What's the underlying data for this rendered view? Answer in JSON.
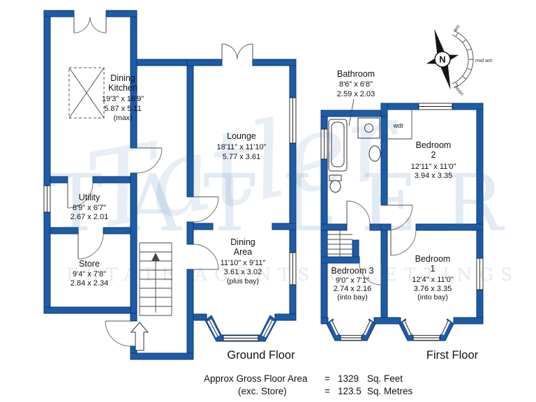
{
  "ground_floor": {
    "label": "Ground Floor",
    "rooms": {
      "dining_kitchen": {
        "line1": "Dining",
        "line2": "Kitchen",
        "imperial": "19'3\" x 16'9\"",
        "metric": "5.87 x 5.11",
        "note": "(max)"
      },
      "lounge": {
        "line1": "Lounge",
        "imperial": "18'11\" x 11'10\"",
        "metric": "5.77 x 3.61"
      },
      "utility": {
        "line1": "Utility",
        "imperial": "8'9\" x 6'7\"",
        "metric": "2.67 x 2.01"
      },
      "store": {
        "line1": "Store",
        "imperial": "9'4\" x 7'8\"",
        "metric": "2.84 x 2.34"
      },
      "dining_area": {
        "line1": "Dining",
        "line2": "Area",
        "imperial": "11'10\" x 9'11\"",
        "metric": "3.61 x 3.02",
        "note": "(plus bay)"
      }
    }
  },
  "first_floor": {
    "label": "First Floor",
    "rooms": {
      "bathroom": {
        "line1": "Bathroom",
        "imperial": "8'6\" x 6'8\"",
        "metric": "2.59 x 2.03"
      },
      "bedroom2": {
        "line1": "Bedroom",
        "line2": "2",
        "imperial": "12'11\" x 11'0\"",
        "metric": "3.94 x 3.35"
      },
      "bedroom3": {
        "line1": "Bedroom 3",
        "imperial": "9'0\" x 7'1\"",
        "metric": "2.74 x 2.16",
        "note": "(into bay)"
      },
      "bedroom1": {
        "line1": "Bedroom",
        "line2": "1",
        "imperial": "12'4\" x 11'0\"",
        "metric": "3.76 x 3.35",
        "note": "(into bay)"
      },
      "wardrobe": {
        "label": "wdr"
      }
    }
  },
  "compass": {
    "north": "N",
    "labels": {
      "top": "am",
      "mid": "mid am",
      "bottom": "noon"
    }
  },
  "footer": {
    "area_label": "Approx Gross Floor Area",
    "area_equals": "=",
    "area_value": "1329",
    "area_unit": "Sq. Feet",
    "store_label": "(exc. Store)",
    "store_equals": "=",
    "store_value": "123.5",
    "store_unit": "Sq. Metres"
  },
  "watermark": {
    "script": "Tatler",
    "caps": "TATLER",
    "tagline": "ESTATE AGENTS & LETTINGS"
  },
  "colors": {
    "wall_blue": "#1d5ba6",
    "watermark_blue": "#2a66b0",
    "text": "#111111"
  }
}
